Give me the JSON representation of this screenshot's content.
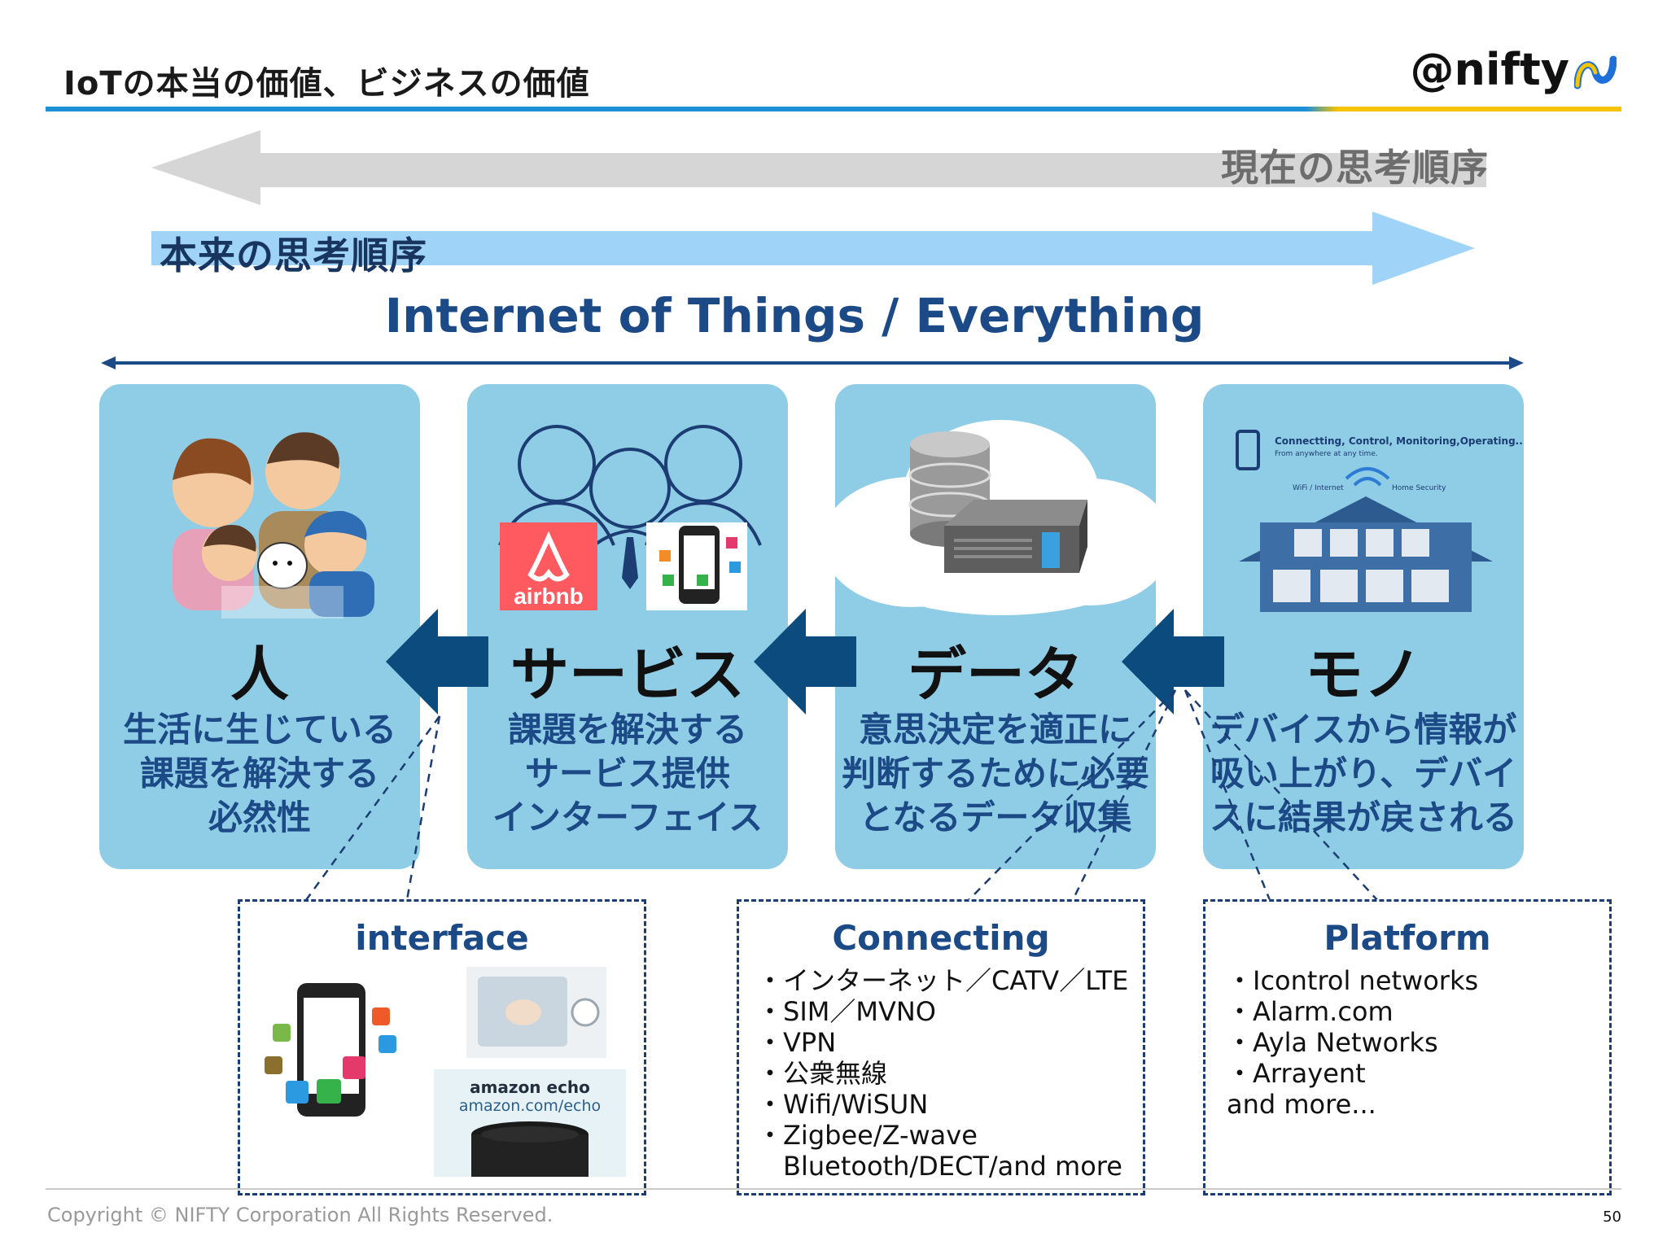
{
  "header": {
    "title": "IoTの本当の価値、ビジネスの価値",
    "logo_text": "@nifty",
    "accent_color": "#1e90d8",
    "accent_color_2": "#f6c400"
  },
  "arrows": {
    "current_order_label": "現在の思考順序",
    "original_order_label": "本来の思考順序"
  },
  "iot_title": "Internet of Things / Everything",
  "columns": [
    {
      "heading": "人",
      "desc_lines": [
        "生活に生じている",
        "課題を解決する",
        "必然性"
      ],
      "icon": "family-illustration"
    },
    {
      "heading": "サービス",
      "desc_lines": [
        "課題を解決する",
        "サービス提供",
        "インターフェイス"
      ],
      "icon": "people-and-apps",
      "brand": "airbnb"
    },
    {
      "heading": "データ",
      "desc_lines": [
        "意思決定を適正に",
        "判断するために必要",
        "となるデータ収集"
      ],
      "icon": "cloud-database-server"
    },
    {
      "heading": "モノ",
      "desc_lines": [
        "デバイスから情報が",
        "吸い上がり、デバイ",
        "スに結果が戻される"
      ],
      "icon": "smart-home-diagram",
      "diagram_text": {
        "caption": "Connectting, Control, Monitoring,Operating...",
        "caption2": "From anywhere at any time.",
        "wifi": "WiFi / Internet",
        "security": "Home Security"
      }
    }
  ],
  "boxes": {
    "interface": {
      "title": "interface",
      "echo_brand": "amazon echo",
      "echo_url": "amazon.com/echo"
    },
    "connecting": {
      "title": "Connecting",
      "items": [
        "・インターネット／CATV／LTE",
        "・SIM／MVNO",
        "・VPN",
        "・公衆無線",
        "・Wifi/WiSUN",
        "・Zigbee/Z-wave",
        "　Bluetooth/DECT/and more"
      ]
    },
    "platform": {
      "title": "Platform",
      "items": [
        "・Icontrol networks",
        "・Alarm.com",
        "・Ayla Networks",
        "・Arrayent",
        "and more..."
      ]
    }
  },
  "footer": {
    "copyright": "Copyright © NIFTY Corporation All Rights Reserved.",
    "page_number": "50"
  }
}
